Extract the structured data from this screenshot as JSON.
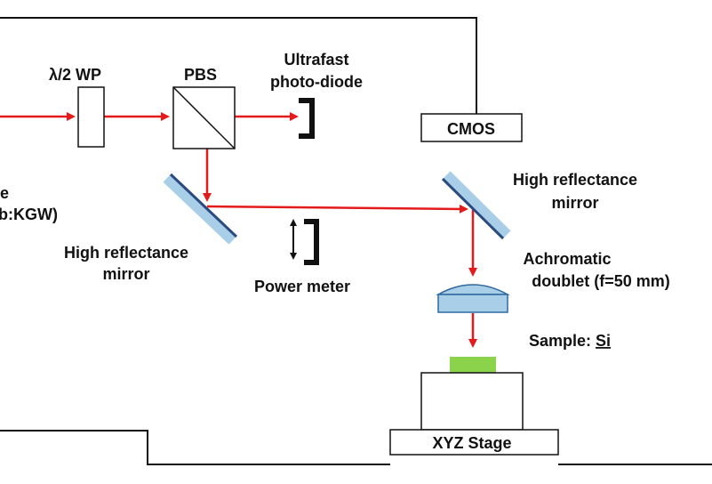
{
  "labels": {
    "half_wave_plate": "λ/2 WP",
    "pbs": "PBS",
    "photodiode_line1": "Ultrafast",
    "photodiode_line2": "photo-diode",
    "cmos": "CMOS",
    "laser_line1": "e",
    "laser_line2": "b:KGW)",
    "mirror_right_line1": "High reflectance",
    "mirror_right_line2": "mirror",
    "mirror_left_line1": "High reflectance",
    "mirror_left_line2": "mirror",
    "power_meter": "Power meter",
    "lens_line1": "Achromatic",
    "lens_line2": "doublet (f=50 mm)",
    "sample_prefix": "Sample: ",
    "sample_material": "Si",
    "stage": "XYZ Stage"
  },
  "colors": {
    "beam": "#e31b1b",
    "mirror_face": "#a9cfe8",
    "mirror_back": "#2a4a80",
    "lens": "#a9cfe8",
    "lens_edge": "#2f6aa0",
    "sample": "#8bd34a",
    "outline": "#111111"
  },
  "icons": {
    "power_meter_arrow": "double-vertical-arrow-icon",
    "detector": "bracket-detector-icon"
  }
}
